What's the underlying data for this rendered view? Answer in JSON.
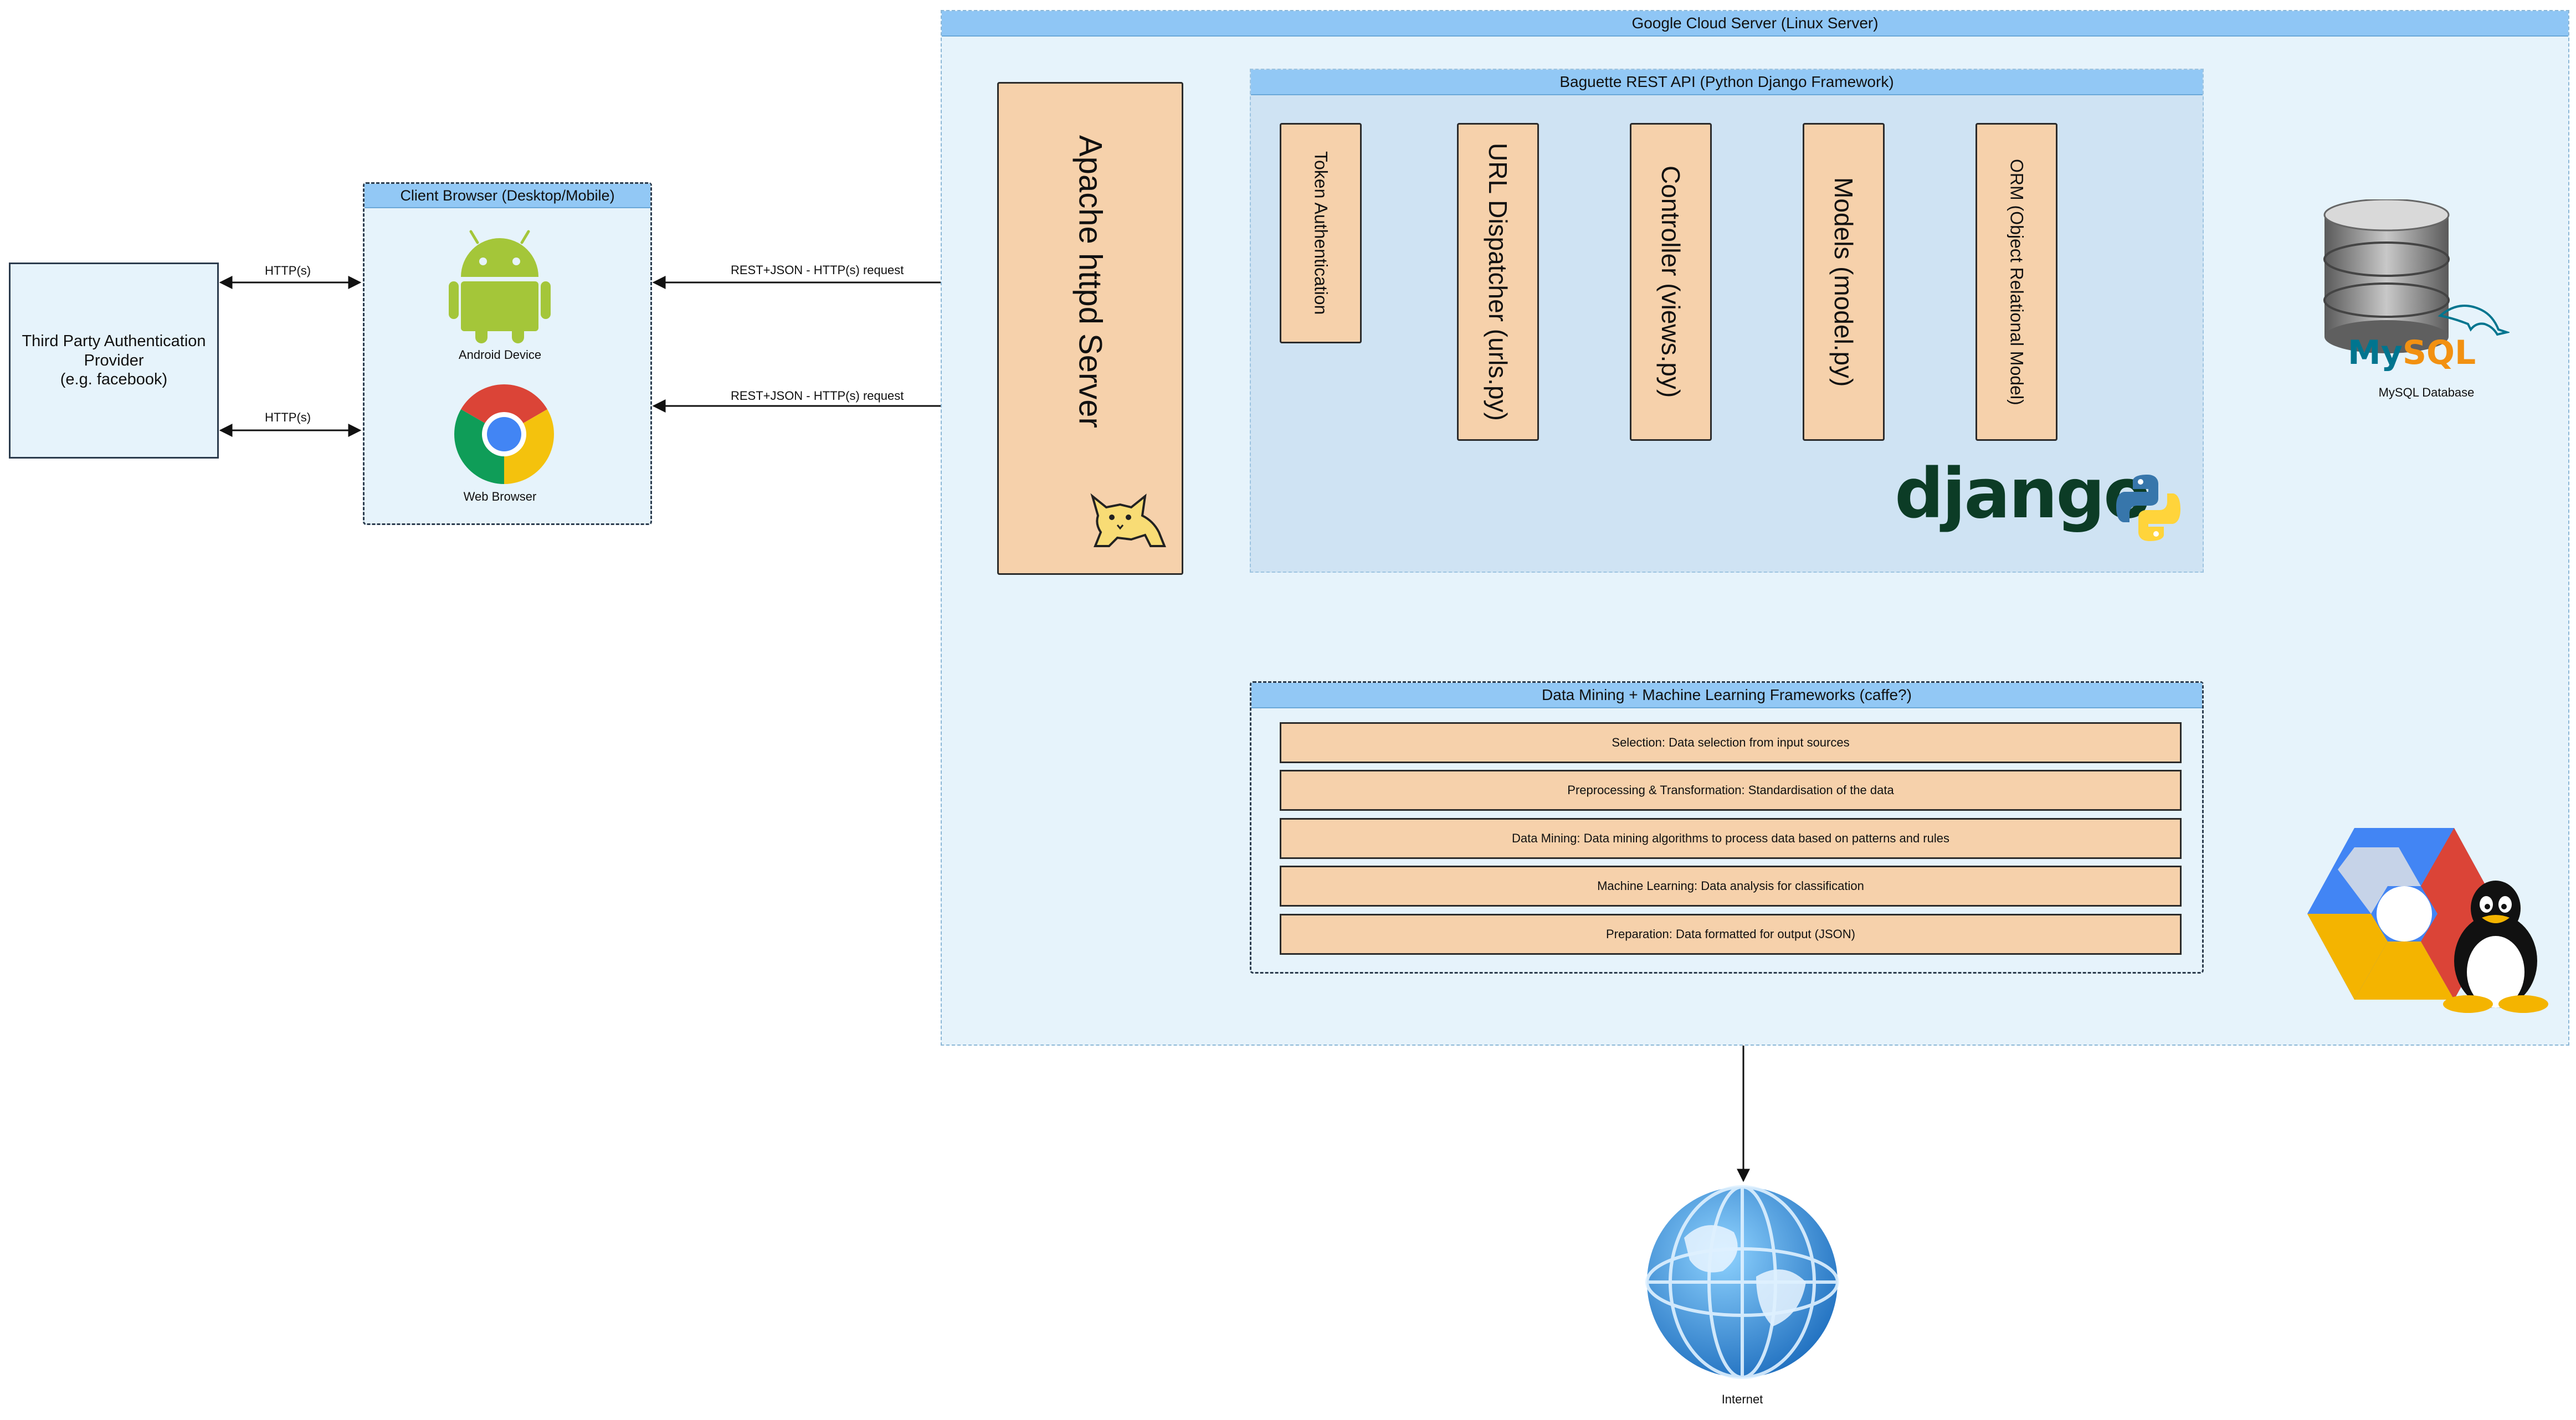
{
  "gcs": {
    "title": "Google Cloud Server (Linux Server)"
  },
  "baguette": {
    "title": "Baguette REST API (Python Django Framework)"
  },
  "apache": {
    "label": "Apache httpd Server"
  },
  "components": {
    "token": "Token Authentication",
    "url": "URL Dispatcher (urls.py)",
    "controller": "Controller (views.py)",
    "models": "Models (model.py)",
    "orm": "ORM (Object Relational Model)"
  },
  "django_logo": "django",
  "mysql": {
    "logo_my": "My",
    "logo_sql": "SQL",
    "label": "MySQL Database"
  },
  "client": {
    "title": "Client Browser (Desktop/Mobile)",
    "android": "Android Device",
    "browser": "Web Browser"
  },
  "third_party": {
    "line1": "Third Party Authentication",
    "line2": "Provider",
    "line3": "(e.g. facebook)"
  },
  "connections": {
    "http_top": "HTTP(s)",
    "http_bottom": "HTTP(s)",
    "rest_top": "REST+JSON - HTTP(s) request",
    "rest_bottom": "REST+JSON - HTTP(s) request"
  },
  "data_mining": {
    "title": "Data Mining + Machine Learning Frameworks (caffe?)",
    "steps": [
      "Selection: Data selection from input sources",
      "Preprocessing & Transformation: Standardisation of the data",
      "Data Mining: Data mining algorithms to process data based on patterns and rules",
      "Machine Learning: Data analysis for classification",
      "Preparation: Data formatted for output (JSON)"
    ]
  },
  "internet": {
    "label": "Internet"
  },
  "colors": {
    "container": "#e6f3fb",
    "header": "#92c8f5",
    "component": "#f6d1ab",
    "api": "#cfe3f3"
  }
}
